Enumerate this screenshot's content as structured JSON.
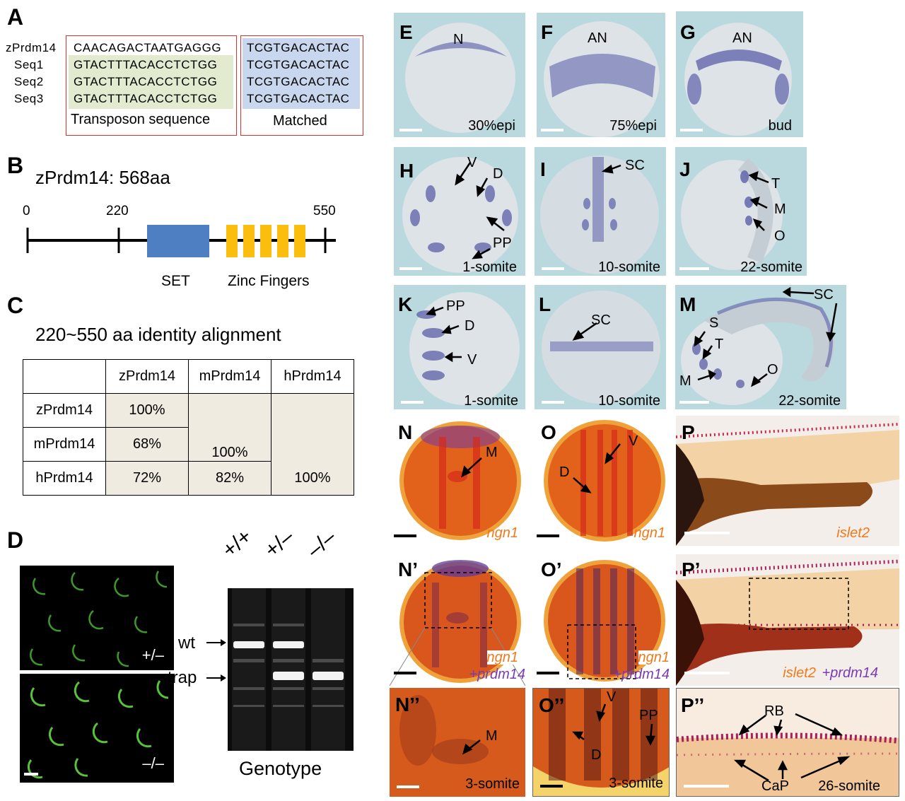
{
  "panelA": {
    "label": "A",
    "rows": [
      {
        "name": "zPrdm14",
        "seq1": "CAACAGACTAATGAGGG",
        "seq2": "TCGTGACACTAC"
      },
      {
        "name": "Seq1",
        "seq1": "GTACTTTACACCTCTGG",
        "seq2": "TCGTGACACTAC"
      },
      {
        "name": "Seq2",
        "seq1": "GTACTTTACACCTCTGG",
        "seq2": "TCGTGACACTAC"
      },
      {
        "name": "Seq3",
        "seq1": "GTACTTTACACCTCTGG",
        "seq2": "TCGTGACACTAC"
      }
    ],
    "box1_caption": "Transposon sequence",
    "box2_caption": "Matched",
    "colors": {
      "transposon_fill": "#e2ebd0",
      "matched_fill": "#c8d6ee",
      "box_border": "#e0302c"
    }
  },
  "panelB": {
    "label": "B",
    "title": "zPrdm14: 568aa",
    "ticks": [
      "0",
      "220",
      "550"
    ],
    "domains": [
      "SET",
      "Zinc Fingers"
    ],
    "colors": {
      "set": "#4f7fc3",
      "zinc": "#fbbd0e"
    }
  },
  "panelC": {
    "label": "C",
    "title": "220~550 aa identity alignment",
    "header": [
      "",
      "zPrdm14",
      "mPrdm14",
      "hPrdm14"
    ],
    "rows": [
      {
        "name": "zPrdm14",
        "values": [
          "100%",
          "",
          ""
        ]
      },
      {
        "name": "mPrdm14",
        "values": [
          "68%",
          "100%",
          ""
        ]
      },
      {
        "name": "hPrdm14",
        "values": [
          "72%",
          "82%",
          "100%"
        ]
      }
    ],
    "colors": {
      "cell_fill": "#efebe1"
    }
  },
  "panelD": {
    "label": "D",
    "genotype_top": "+/–",
    "genotype_bottom": "–/–",
    "lanes": [
      "+/+",
      "+/–",
      "–/–"
    ],
    "band_labels": [
      "wt",
      "trap"
    ],
    "xlabel": "Genotype"
  },
  "ish_panels": [
    {
      "label": "E",
      "stage": "30%epi",
      "annos": [
        "N"
      ]
    },
    {
      "label": "F",
      "stage": "75%epi",
      "annos": [
        "AN"
      ]
    },
    {
      "label": "G",
      "stage": "bud",
      "annos": [
        "AN"
      ]
    },
    {
      "label": "H",
      "stage": "1-somite",
      "annos": [
        "V",
        "D",
        "PP",
        "PP"
      ]
    },
    {
      "label": "I",
      "stage": "10-somite",
      "annos": [
        "SC"
      ]
    },
    {
      "label": "J",
      "stage": "22-somite",
      "annos": [
        "T",
        "M",
        "O"
      ]
    },
    {
      "label": "K",
      "stage": "1-somite",
      "annos": [
        "PP",
        "D",
        "V"
      ]
    },
    {
      "label": "L",
      "stage": "10-somite",
      "annos": [
        "SC"
      ]
    },
    {
      "label": "M",
      "stage": "22-somite",
      "annos": [
        "SC",
        "S",
        "T",
        "M",
        "O"
      ]
    }
  ],
  "double_panels": [
    {
      "label": "N",
      "marker1": "ngn1",
      "marker2": "",
      "annos": [
        "M"
      ]
    },
    {
      "label": "O",
      "marker1": "ngn1",
      "marker2": "",
      "annos": [
        "V",
        "D"
      ]
    },
    {
      "label": "P",
      "marker1": "islet2",
      "marker2": "",
      "annos": []
    },
    {
      "label": "N’",
      "marker1": "ngn1",
      "marker2": "+prdm14",
      "annos": []
    },
    {
      "label": "O’",
      "marker1": "ngn1",
      "marker2": "+prdm14",
      "annos": []
    },
    {
      "label": "P’",
      "marker1": "islet2",
      "marker2": "+prdm14",
      "annos": []
    },
    {
      "label": "N’’",
      "stage": "3-somite",
      "annos": [
        "M"
      ]
    },
    {
      "label": "O’’",
      "stage": "3-somite",
      "annos": [
        "V",
        "PP",
        "D"
      ]
    },
    {
      "label": "P’’",
      "stage": "26-somite",
      "annos": [
        "RB",
        "CaP"
      ]
    }
  ],
  "colors": {
    "ish_bg": "#b9d9de",
    "stain_blue": "#5c5fa8",
    "orange_text": "#f07a1a",
    "purple_text": "#7b3bb5",
    "red_stain": "#d9421a"
  }
}
